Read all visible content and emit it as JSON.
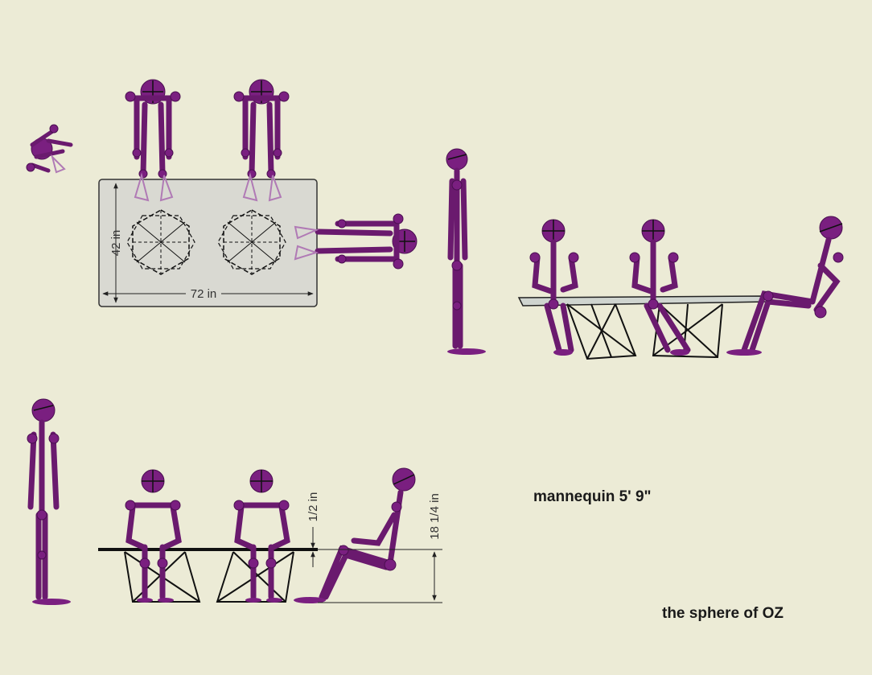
{
  "plan_dimensions": {
    "depth": "42 in",
    "width": "72 in"
  },
  "elevation_dimensions": {
    "thickness": "1/2 in",
    "height": "18 1/4 in"
  },
  "captions": {
    "mannequin": "mannequin 5' 9\"",
    "credit": "the sphere of OZ"
  },
  "colors": {
    "background": "#ecebd6",
    "mannequin": "#7a1f80",
    "table_top": "#d9d9d2",
    "ink": "#111111"
  }
}
